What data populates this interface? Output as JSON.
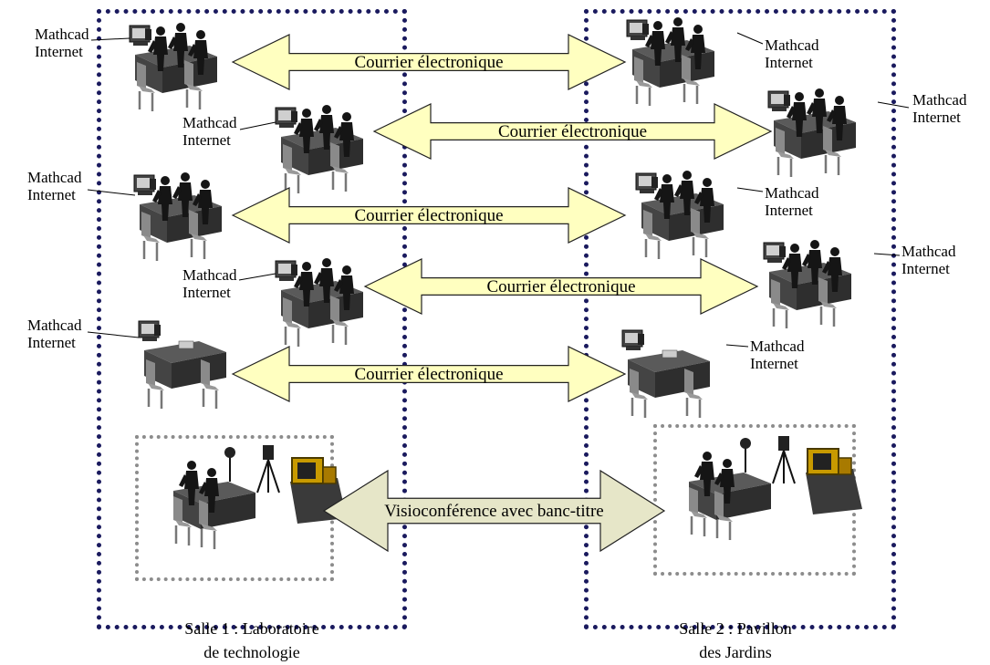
{
  "room_left": {
    "caption_line1": "Salle 1 : Laboratoire",
    "caption_line2": "de technologie"
  },
  "room_right": {
    "caption_line1": "Salle 2 : Pavillon",
    "caption_line2": "des Jardins"
  },
  "mathcad_line1": "Mathcad",
  "mathcad_line2": "Internet",
  "email_label": "Courrier électronique",
  "video_label": "Visioconférence avec banc-titre",
  "colors": {
    "room_border": "#1a1a5e",
    "video_box_border": "#8c8c8c",
    "email_arrow_fill": "#ffffc0",
    "video_arrow_fill": "#e6e6c8",
    "figure": "#1a1a1a",
    "chair": "#888888",
    "table": "#3d3d3d"
  },
  "icons": [
    "computer-icon",
    "people-at-table-icon",
    "chair-icon",
    "camera-icon",
    "monitor-icon"
  ]
}
